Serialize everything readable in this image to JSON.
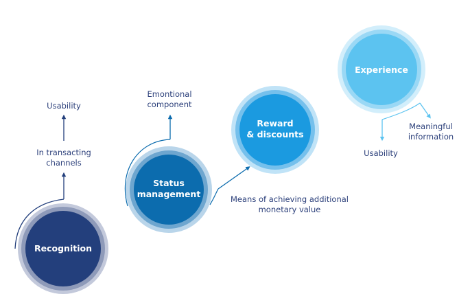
{
  "diagram": {
    "stages": [
      {
        "id": "recognition",
        "title_lines": [
          "Recognition"
        ],
        "color": "#233f7c",
        "ring_mid": "#8e9ab9",
        "ring_outer": "#c3c9db",
        "connector_color": "#233f7c",
        "notes": [
          {
            "lines": [
              "In transacting",
              "channels"
            ]
          },
          {
            "lines": [
              "Usability"
            ]
          }
        ]
      },
      {
        "id": "status-management",
        "title_lines": [
          "Status",
          "management"
        ],
        "color": "#0c6cae",
        "ring_mid": "#6ea6cf",
        "ring_outer": "#b9d5ea",
        "connector_color": "#0c6cae",
        "notes": [
          {
            "lines": [
              "Emontional",
              "component"
            ]
          },
          {
            "lines": [
              "Means of achieving additional",
              "monetary value"
            ]
          }
        ]
      },
      {
        "id": "reward-discounts",
        "title_lines": [
          "Reward",
          "& discounts"
        ],
        "color": "#1b9ae0",
        "ring_mid": "#75c0ec",
        "ring_outer": "#c0e3f7",
        "connector_color": "#1b9ae0",
        "notes": []
      },
      {
        "id": "experience",
        "title_lines": [
          "Experience"
        ],
        "color": "#5cc3f0",
        "ring_mid": "#9ad8f5",
        "ring_outer": "#d2eefb",
        "connector_color": "#5cc3f0",
        "notes": [
          {
            "lines": [
              "Usability"
            ]
          },
          {
            "lines": [
              "Meaningful",
              "information"
            ]
          }
        ]
      }
    ]
  }
}
